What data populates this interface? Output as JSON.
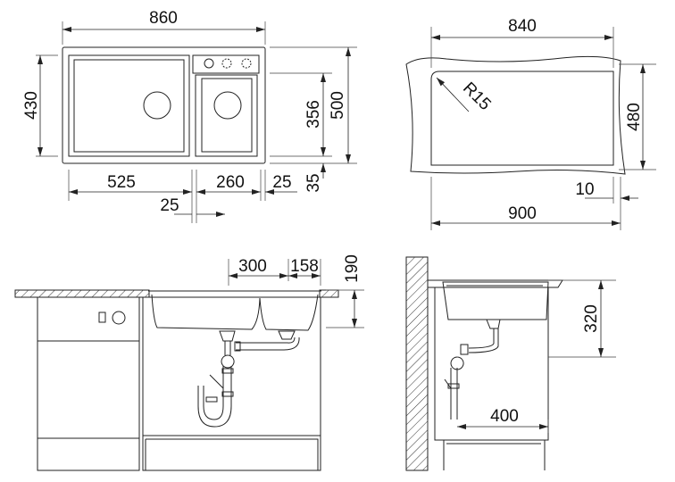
{
  "top_view": {
    "overall_width": "860",
    "bowl_depth": "430",
    "small_bowl_depth": "356",
    "overall_depth": "500",
    "front_edge": "35",
    "main_bowl_width": "525",
    "small_bowl_width": "260",
    "right_edge": "25",
    "divider": "25"
  },
  "cutout_view": {
    "cutout_width": "840",
    "corner_radius": "R15",
    "cutout_depth": "480",
    "overhang": "10",
    "cabinet_width": "900"
  },
  "front_view": {
    "drain_offset": "300",
    "small_drain_offset": "158",
    "bowl_height": "190"
  },
  "side_view": {
    "drain_height": "320",
    "wall_distance": "400"
  }
}
